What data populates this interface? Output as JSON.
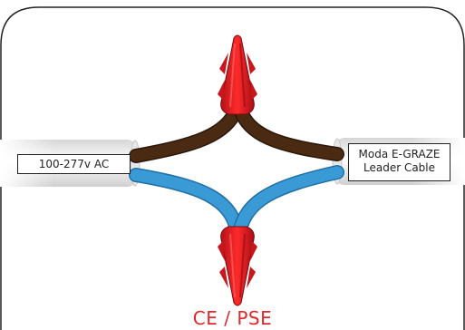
{
  "left_cable": {
    "label": "100-277v AC"
  },
  "right_cable": {
    "label_line1": "Moda E-GRAZE",
    "label_line2": "Leader Cable"
  },
  "certification": "CE / PSE",
  "colors": {
    "live_wire": "#4a2a12",
    "neutral_wire": "#3a9ad6",
    "connector": "#e31d24",
    "sheath": "#f2f2f2",
    "frame": "#222222",
    "certification_text": "#e0282a"
  },
  "icons": [
    "wire-connector-icon",
    "wire-connector-icon"
  ]
}
